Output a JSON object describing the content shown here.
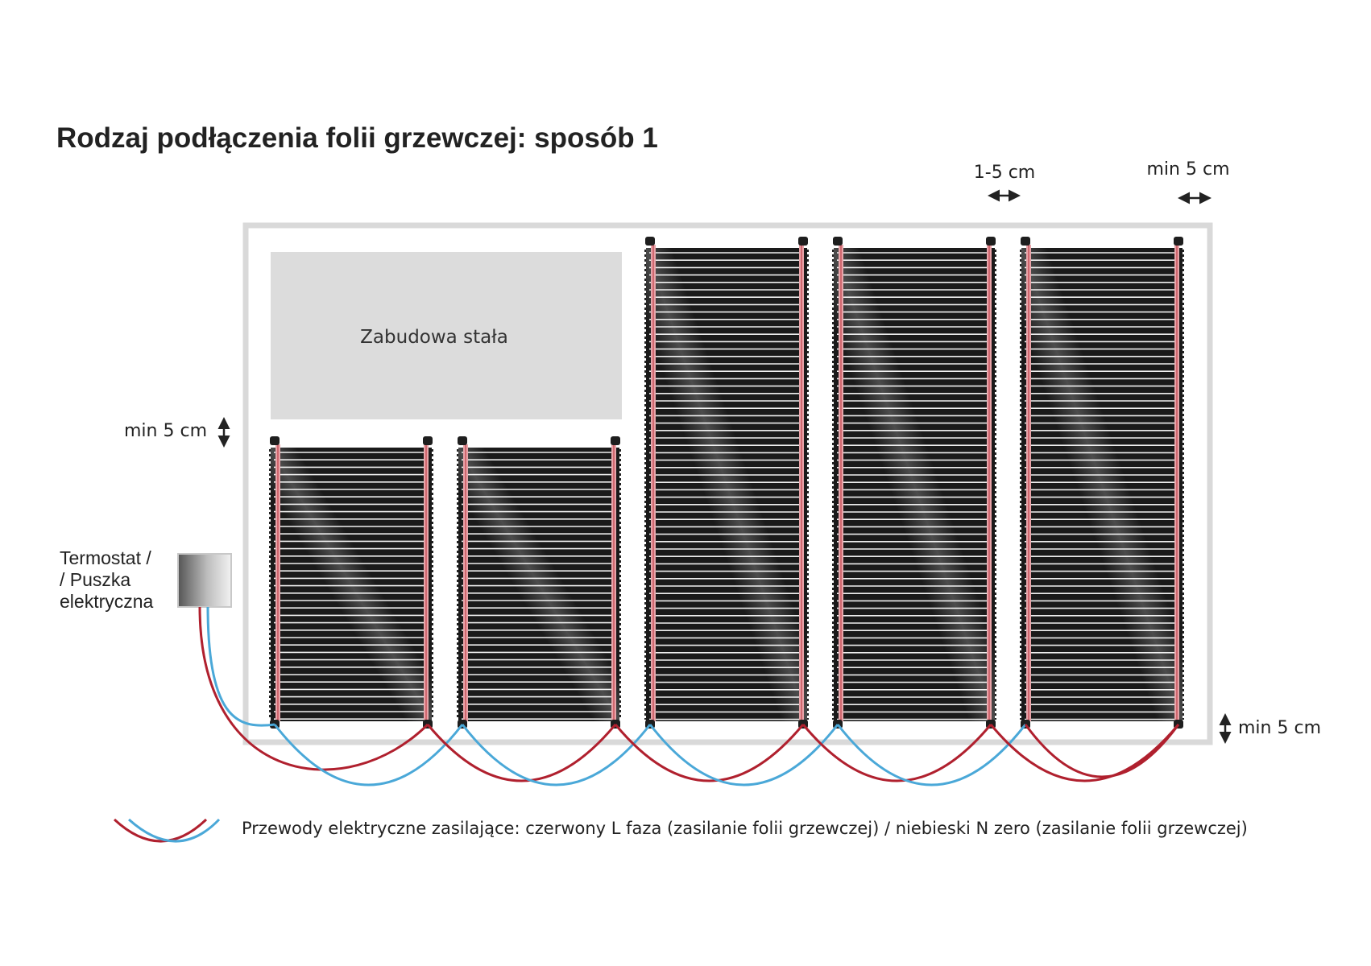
{
  "title": "Rodzaj podłączenia folii grzewczej: sposób 1",
  "fixed_area_label": "Zabudowa stała",
  "thermostat_label": [
    "Termostat /",
    "/ Puszka",
    "elektryczna"
  ],
  "dimensions": {
    "gap_between_panels": "1-5 cm",
    "top_right_margin": "min 5 cm",
    "left_margin": "min 5 cm",
    "bottom_margin": "min 5 cm"
  },
  "legend": {
    "text": "Przewody elektryczne zasilające: czerwony L faza (zasilanie folii grzewczej) / niebieski N zero (zasilanie folii grzewczej)"
  },
  "colors": {
    "red_wire": "#b0202e",
    "blue_wire": "#4aa8d8",
    "film": "#1a1a1a",
    "busbar": "#e8a3a8",
    "fixed_area": "#dcdcdc",
    "room_border": "#d9d9d9"
  },
  "panels_count": 5
}
